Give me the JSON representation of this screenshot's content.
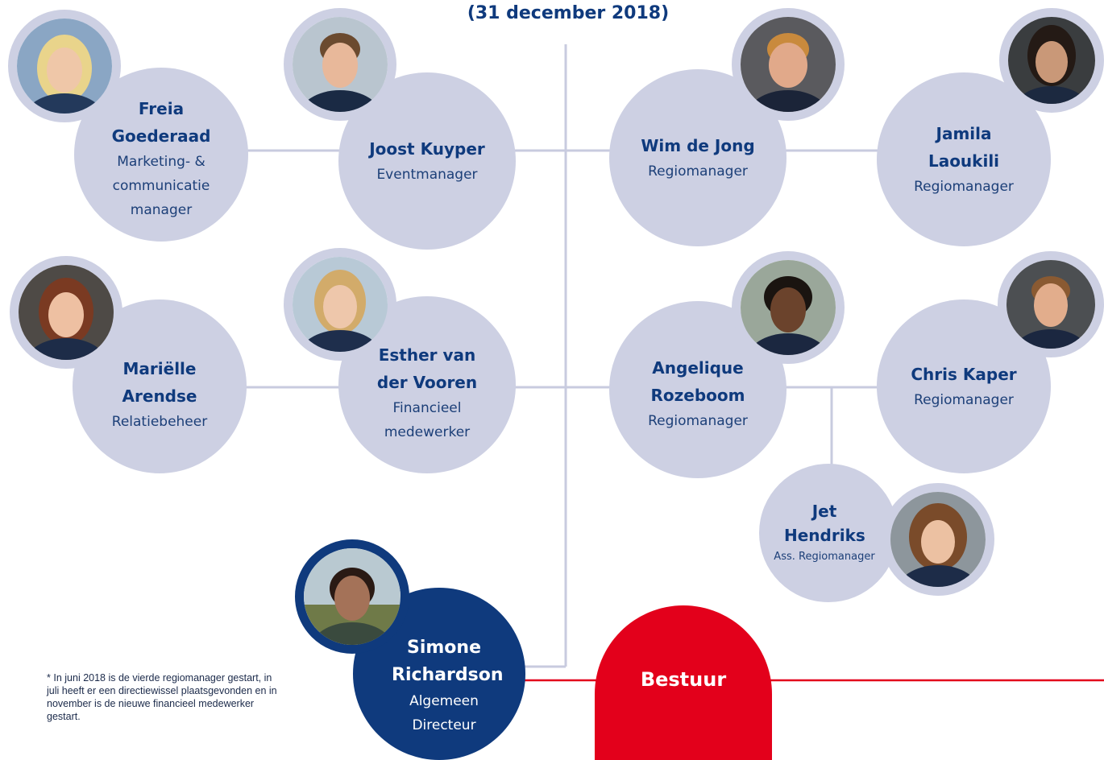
{
  "header": {
    "date": "(31 december 2018)"
  },
  "people": [
    {
      "id": "freia",
      "name": "Freia Goederaad",
      "role": "Marketing- & communicatie manager"
    },
    {
      "id": "joost",
      "name": "Joost Kuyper",
      "role": "Eventmanager"
    },
    {
      "id": "wim",
      "name": "Wim de Jong",
      "role": "Regiomanager"
    },
    {
      "id": "jamila",
      "name": "Jamila Laoukili",
      "role": "Regiomanager"
    },
    {
      "id": "marielle",
      "name": "Mariëlle Arendse",
      "role": "Relatiebeheer"
    },
    {
      "id": "esther",
      "name": "Esther van der Vooren",
      "role": "Financieel medewerker"
    },
    {
      "id": "angelique",
      "name": "Angelique Rozeboom",
      "role": "Regiomanager"
    },
    {
      "id": "chris",
      "name": "Chris Kaper",
      "role": "Regiomanager"
    },
    {
      "id": "jet",
      "name": "Jet Hendriks",
      "role": "Ass. Regiomanager"
    },
    {
      "id": "simone",
      "name": "Simone Richardson",
      "role": "Algemeen Directeur"
    }
  ],
  "board": {
    "label": "Bestuur"
  },
  "footnote": {
    "marker": "*",
    "text": "In juni 2018 is de vierde regiomanager gestart, in juli heeft er een directiewissel plaatsgevonden en in november is de nieuwe financieel medewerker gestart."
  },
  "colors": {
    "circle": "#cdd0e3",
    "navy": "#0f3a7d",
    "red": "#e3001b",
    "line": "#c8cbdf"
  }
}
